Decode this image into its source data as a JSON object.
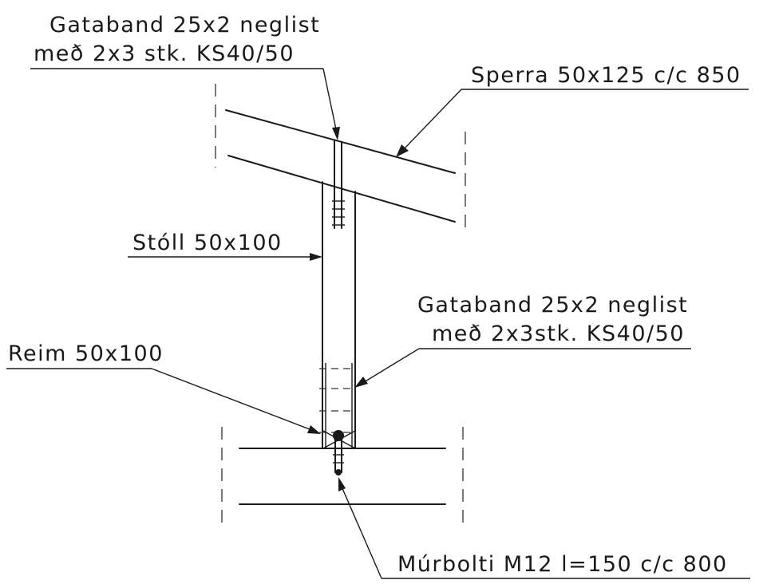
{
  "labels": {
    "gataband_top_line1": "Gataband 25x2 neglist",
    "gataband_top_line2": "með 2x3 stk. KS40/50",
    "sperra": "Sperra 50x125 c/c 850",
    "stoll": "Stóll 50x100",
    "gataband_mid_line1": "Gataband 25x2 neglist",
    "gataband_mid_line2": "með 2x3stk. KS40/50",
    "reim": "Reim 50x100",
    "murbolti": "Múrbolti M12 l=150 c/c 800"
  },
  "colors": {
    "ink": "#1a1a1a",
    "background": "#ffffff"
  }
}
